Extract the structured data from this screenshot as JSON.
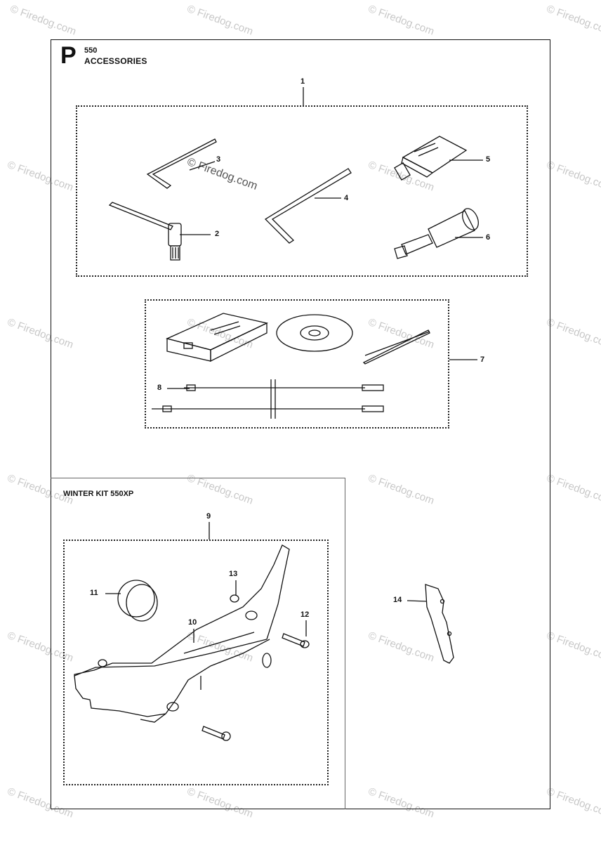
{
  "header": {
    "sheet_letter": "P",
    "model": "550",
    "section": "ACCESSORIES"
  },
  "winter_kit": {
    "title": "WINTER KIT 550XP"
  },
  "callouts": {
    "c1": "1",
    "c2": "2",
    "c3": "3",
    "c4": "4",
    "c5": "5",
    "c6": "6",
    "c7": "7",
    "c8": "8",
    "c9": "9",
    "c10": "10",
    "c11": "11",
    "c12": "12",
    "c13": "13",
    "c14": "14"
  },
  "watermark": {
    "text": "© Firedog.com"
  },
  "parts": {
    "p2": "combination-wrench",
    "p3": "hex-key-small",
    "p4": "hex-key-large",
    "p5": "grease-tube",
    "p6": "gun-tool",
    "p7": "diagnostic-kit",
    "p9": "winter-cover",
    "p11": "rubber-plug",
    "p12": "screw",
    "p13": "o-ring",
    "p14": "air-flap"
  }
}
